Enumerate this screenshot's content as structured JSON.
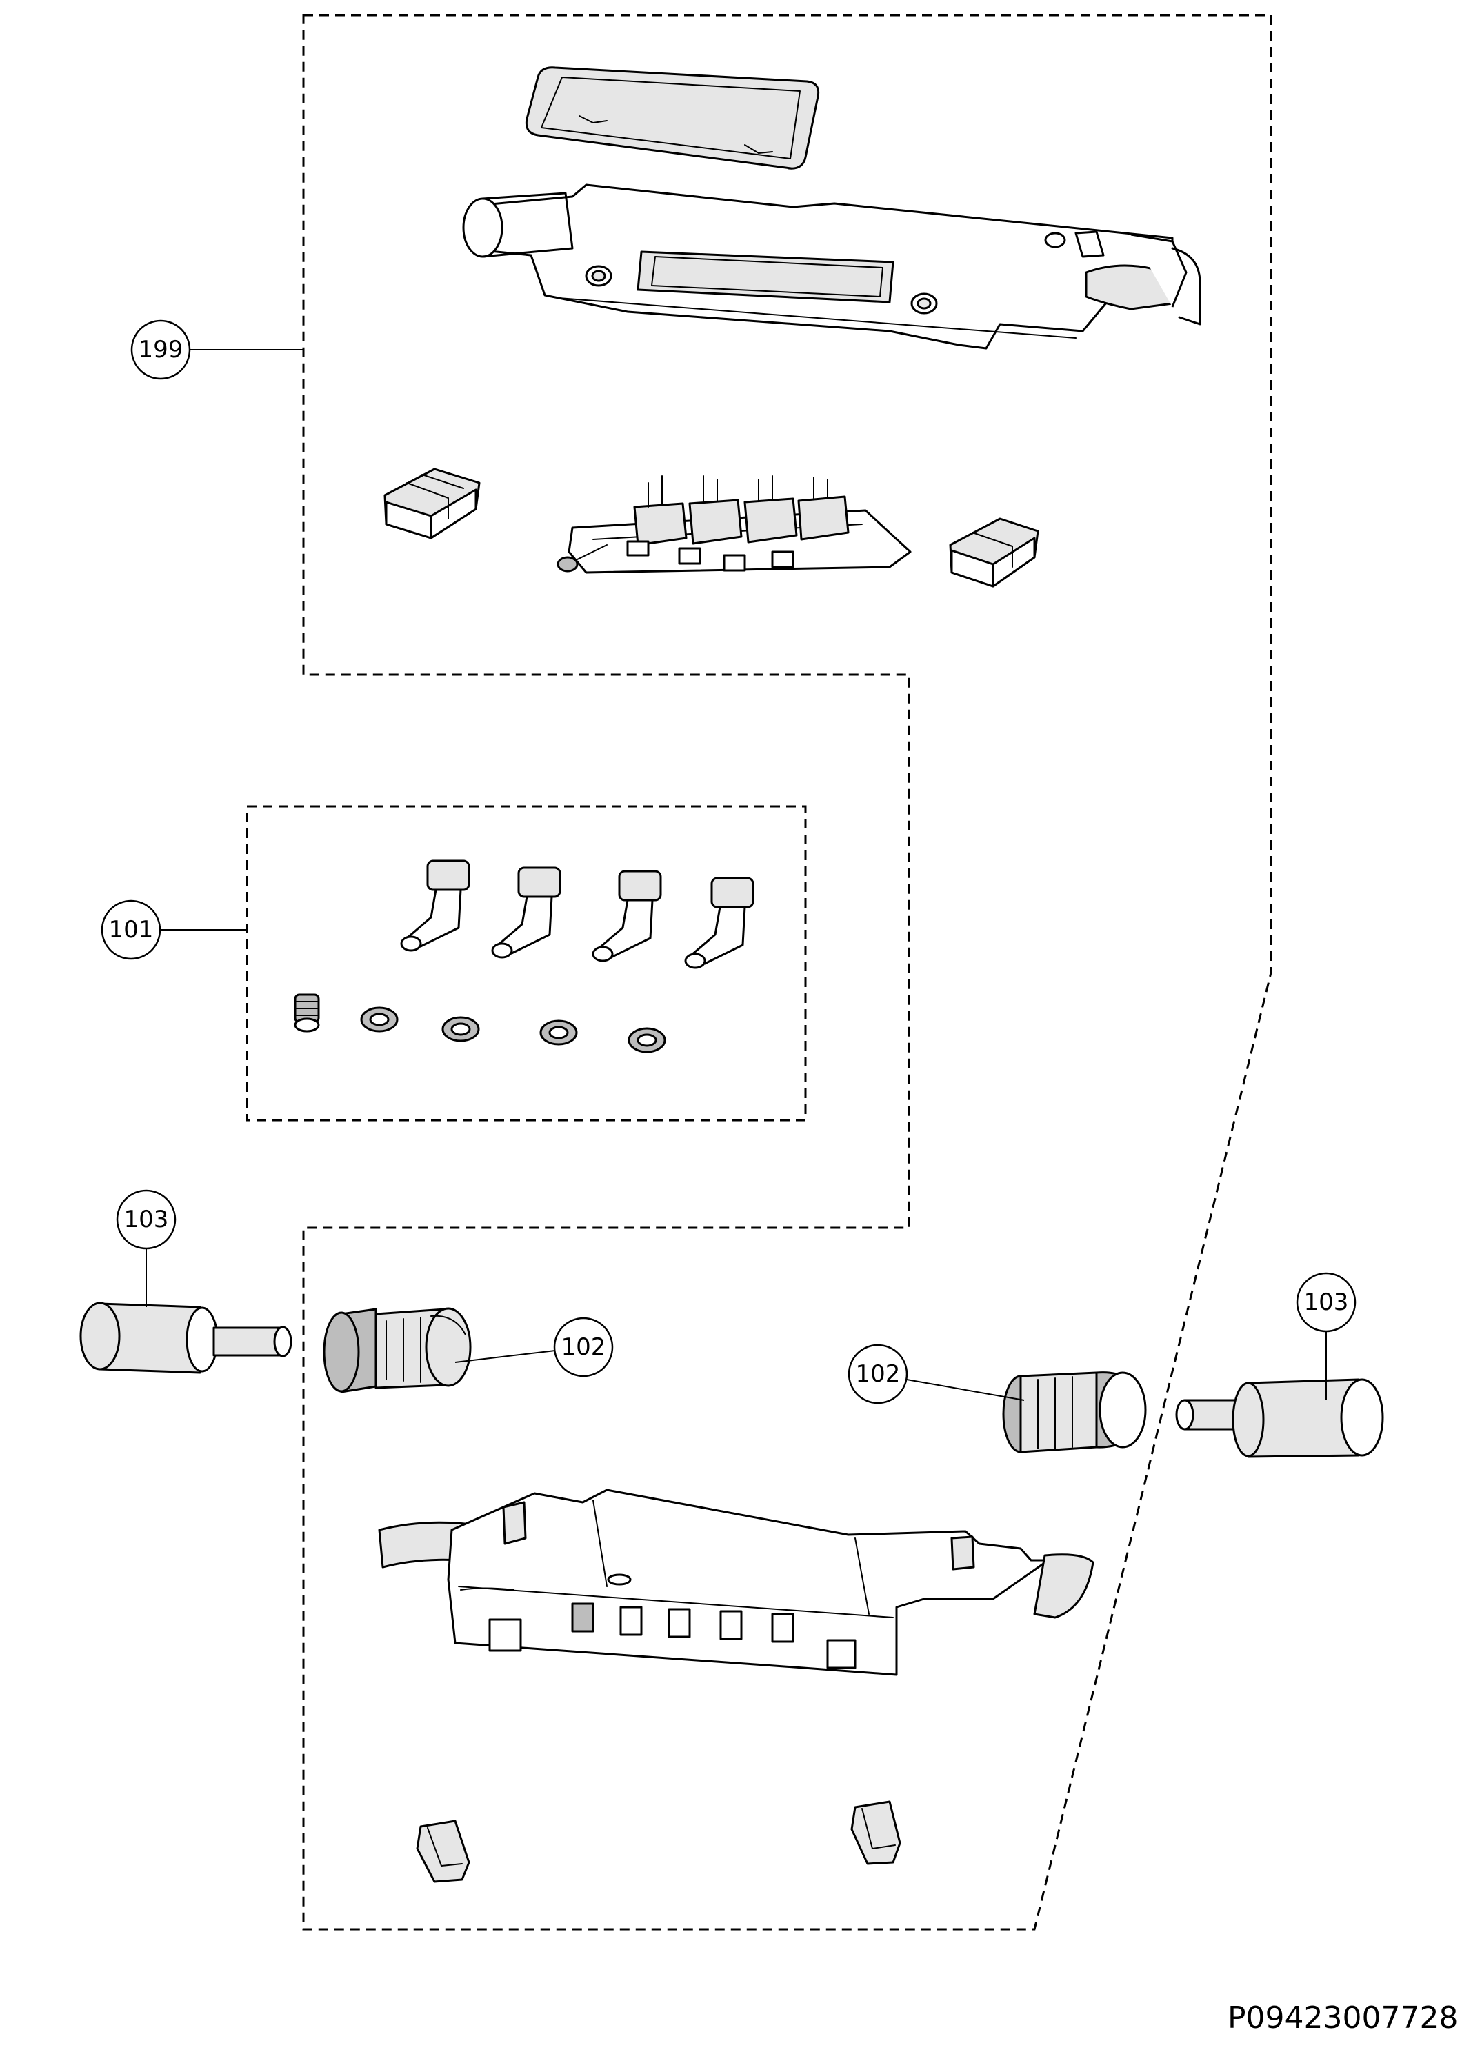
{
  "callouts": [
    {
      "id": "callout-199",
      "label": "199"
    },
    {
      "id": "callout-101",
      "label": "101"
    },
    {
      "id": "callout-103-left",
      "label": "103"
    },
    {
      "id": "callout-102-left",
      "label": "102"
    },
    {
      "id": "callout-102-right",
      "label": "102"
    },
    {
      "id": "callout-103-right",
      "label": "103"
    }
  ],
  "drawing_code": "P09423007728"
}
